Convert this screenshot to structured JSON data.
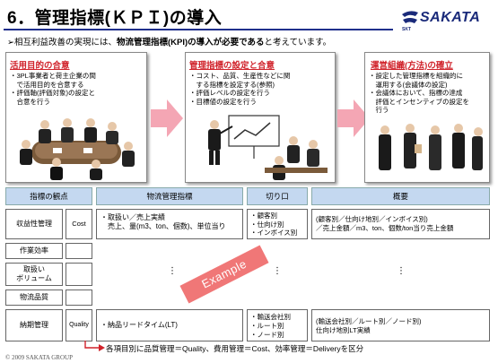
{
  "title": "6．管理指標(ＫＰＩ)の導入",
  "logo": {
    "name": "SAKATA",
    "sub": "SKT"
  },
  "intro": {
    "prefix": "➢相互利益改善の実現には、",
    "bold": "物流管理指標(KPI)の導入が必要である",
    "suffix": "と考えています。"
  },
  "panels": [
    {
      "header": "活用目的の合意",
      "lines": [
        "・3PL事業者と荷主企業の間",
        "　で活用目的を合意する",
        "・評価軸(評価対象)の設定と",
        "　合意を行う"
      ],
      "illustration": "meeting-illustration"
    },
    {
      "header": "管理指標の設定と合意",
      "lines": [
        "・コスト、品質、生産性などに関",
        "　する指標を設定する(参照)",
        "・評価レベルの設定を行う",
        "・目標値の設定を行う"
      ],
      "illustration": "presentation-illustration"
    },
    {
      "header": "運営組織(方法)の確立",
      "lines": [
        "・設定した管理指標を組織的に",
        "　運用する(会議体の設定)",
        "・会議体において、指標の達成",
        "　評価とインセンティブの設定を",
        "　行う"
      ],
      "illustration": "conference-illustration"
    }
  ],
  "table": {
    "headers": [
      "指標の観点",
      "物流管理指標",
      "切り口",
      "概要"
    ],
    "rows": [
      {
        "label": "収益性管理",
        "sublabel": "Cost",
        "indicator": [
          "・取扱い／売上実績",
          "　売上、量(m3、ton、個数)、単位当り"
        ],
        "cut": [
          "・顧客別",
          "・仕向け別",
          "・インボイス別"
        ],
        "summary": [
          "(顧客別／仕向け地別／インボイス別)",
          "／売上金額／m3、ton、個数/ton当り売上金額"
        ]
      },
      {
        "label": "作業効率"
      },
      {
        "label": "取扱い\nボリューム"
      },
      {
        "label": "物流品質"
      },
      {
        "label": "納期管理",
        "sublabel": "Quality",
        "indicator": [
          "・納品リードタイム(LT)"
        ],
        "cut": [
          "・輸送会社別",
          "・ルート別",
          "・ノード別"
        ],
        "summary": [
          "(輸送会社別／ルート別／ノード別)",
          "仕向け地別LT実績"
        ]
      }
    ],
    "ellipsis": "⋮"
  },
  "stamp": "Example",
  "footnote": "各項目別に品質管理＝Quality、費用管理＝Cost、効率管理＝Deliveryを区分",
  "copyright": "© 2009 SAKATA GROUP",
  "colors": {
    "title_rule": "#1f2f8c",
    "panel_header": "#d0222a",
    "table_header": "#c4d8f0",
    "arrow": "#f4a6b4",
    "stamp": "#f07070",
    "logo": "#1a2a7a"
  }
}
